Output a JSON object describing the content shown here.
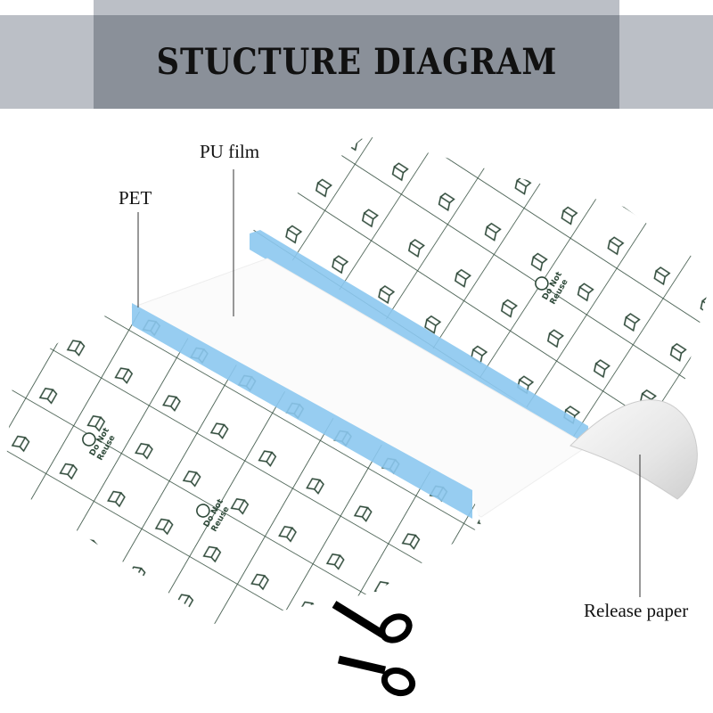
{
  "header": {
    "title": "STUCTURE DIAGRAM"
  },
  "labels": {
    "pu_film": "PU film",
    "pet": "PET",
    "release_paper": "Release paper"
  },
  "print_marking": {
    "line1": "Do Not",
    "line2": "Reuse"
  },
  "colors": {
    "header_dark": "#8a9099",
    "header_light": "#bbbfc6",
    "pet_blue": "#8cc8f0",
    "grid": "#2f4a3a"
  },
  "icons": [
    "scissors-icon",
    "do-not-reuse-icon",
    "peel-icon"
  ]
}
